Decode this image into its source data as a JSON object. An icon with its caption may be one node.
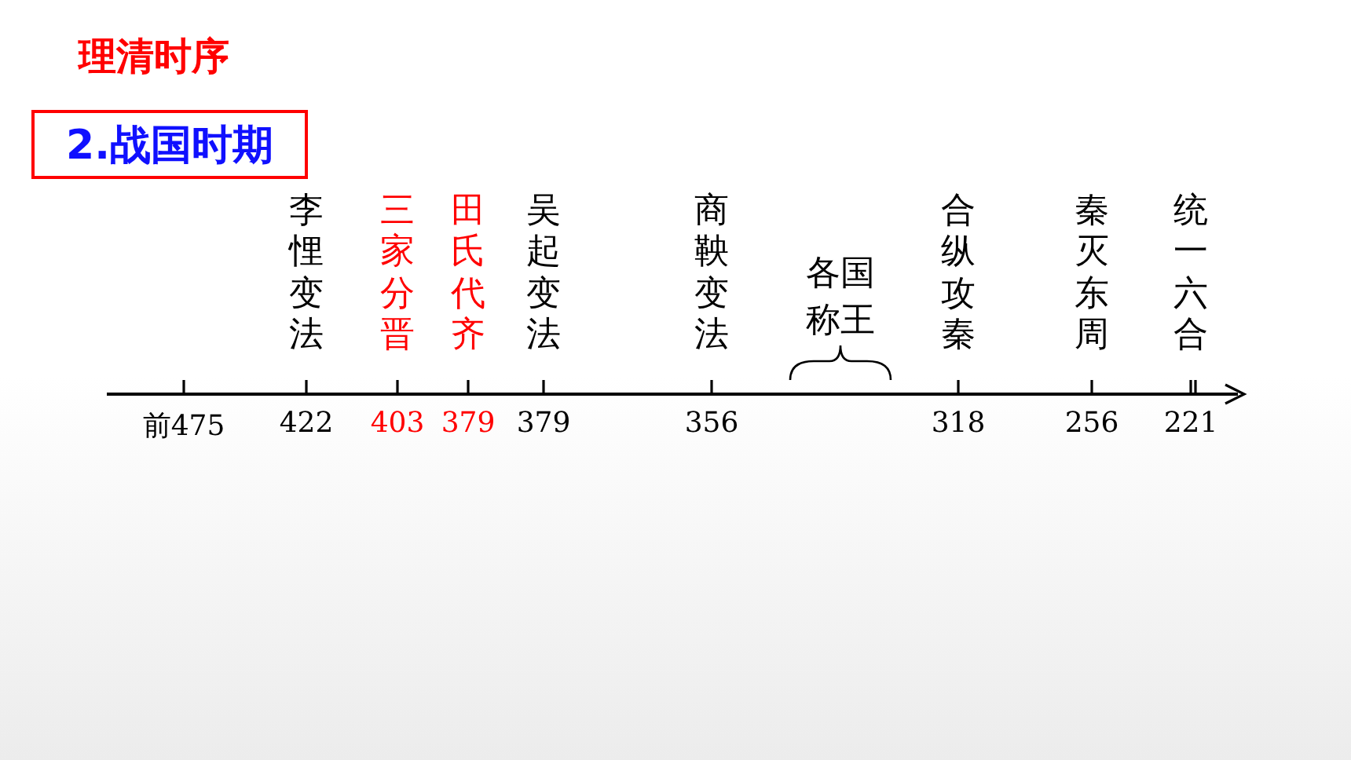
{
  "diagram": {
    "title": "理清时序",
    "nodes": [
      {
        "text": [
          "2.战国时期"
        ]
      }
    ],
    "labels": [
      "李悝变法",
      "三家分晋",
      "田氏代齐",
      "吴起变法",
      "商鞅变法",
      "各国称王",
      "合纵攻秦",
      "秦灭东周",
      "统一六合",
      "前475",
      "422",
      "403",
      "379",
      "379",
      "356",
      "318",
      "256",
      "221"
    ]
  }
}
